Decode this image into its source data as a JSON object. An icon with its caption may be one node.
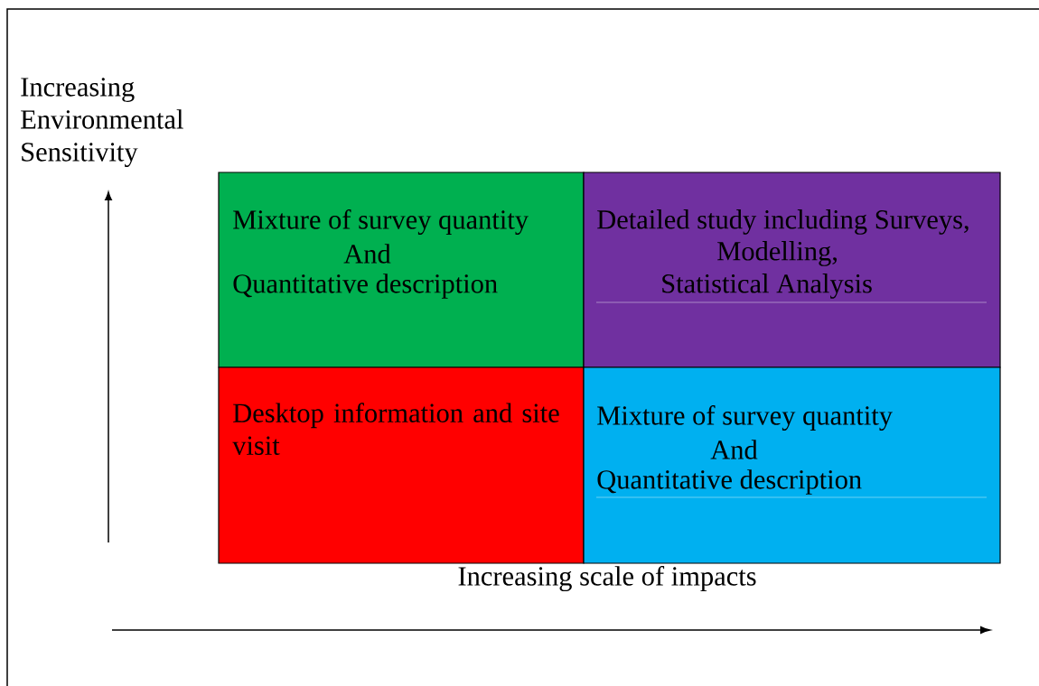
{
  "diagram": {
    "nodes": [
      {
        "text": [
          "Mixture of survey quantity",
          "And",
          "Quantitative description"
        ]
      },
      {
        "text": [
          "Detailed study including Surveys,",
          "Modelling,",
          "Statistical Analysis"
        ]
      },
      {
        "text": [
          "Desktop information and site visit"
        ]
      },
      {
        "text": [
          "Mixture of survey quantity",
          "And",
          "Quantitative description"
        ]
      }
    ],
    "labels": [
      "Increasing Environmental Sensitivity",
      "Increasing scale of impacts"
    ]
  }
}
